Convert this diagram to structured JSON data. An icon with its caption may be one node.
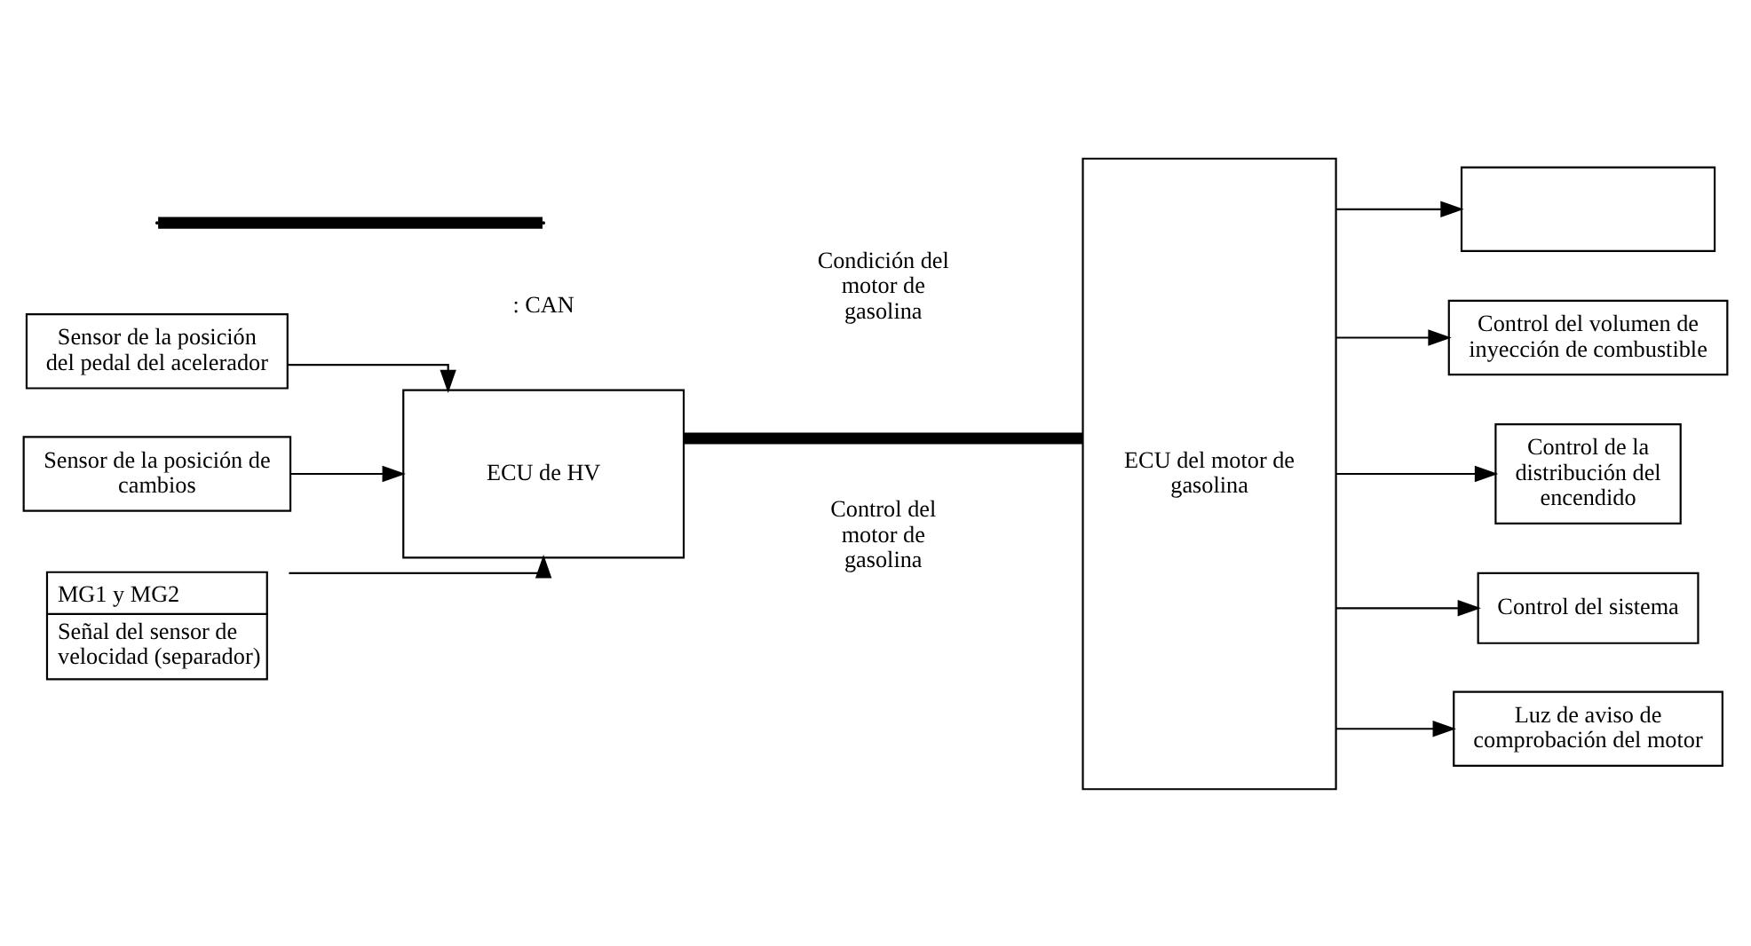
{
  "diagram": {
    "nodes": [
      {
        "text": [
          "Sensor de la posición del pedal del acelerador"
        ]
      },
      {
        "text": [
          "Sensor de la posición de cambios"
        ]
      },
      {
        "text": [
          "ECU de HV"
        ]
      },
      {
        "text": [
          "MG1 y MG2",
          "Señal del sensor de velocidad (separador)"
        ]
      },
      {
        "text": [
          "ECU del motor de gasolina"
        ]
      },
      {
        "text": [],
        "shape": "box"
      },
      {
        "text": [
          "Control del volumen de inyección de combustible"
        ]
      },
      {
        "text": [
          "Control de la distribución del encendido"
        ]
      },
      {
        "text": [
          "Control del sistema"
        ]
      },
      {
        "text": [
          "Luz de aviso de comprobación del motor"
        ]
      }
    ],
    "edges": [
      {
        "from": 0,
        "to": 2,
        "arrow": "to"
      },
      {
        "from": 1,
        "to": 2,
        "arrow": "to"
      },
      {
        "from": 3,
        "to": 2,
        "arrow": "to"
      },
      {
        "from": 2,
        "to": 4,
        "arrow": "none",
        "style": "thick"
      },
      {
        "from": 4,
        "to": 5,
        "arrow": "to"
      },
      {
        "from": 4,
        "to": 6,
        "arrow": "to"
      },
      {
        "from": 4,
        "to": 7,
        "arrow": "to"
      },
      {
        "from": 4,
        "to": 8,
        "arrow": "to"
      },
      {
        "from": 4,
        "to": 9,
        "arrow": "to"
      }
    ],
    "labels": [
      "Control del motor de gasolina",
      "Condición del motor de gasolina"
    ],
    "legend": [
      {
        "text": ": CAN"
      }
    ]
  }
}
